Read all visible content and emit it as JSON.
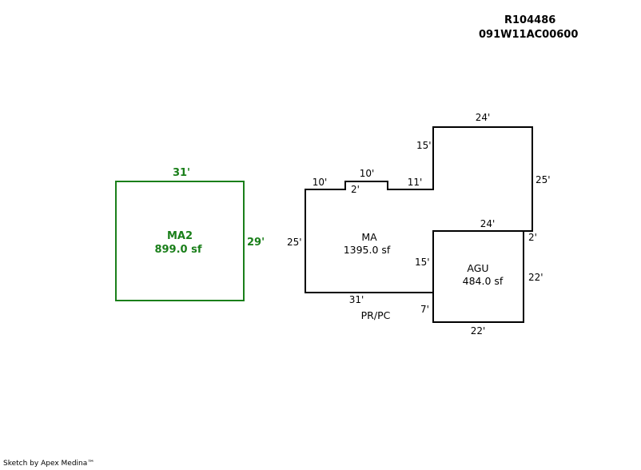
{
  "header": {
    "account_number": "R104486",
    "parcel_id": "091W11AC00600"
  },
  "footer": {
    "credit": "Sketch by Apex Medina™"
  },
  "colors": {
    "ma2_outline": "#1a7f1a",
    "main_outline": "#000000"
  },
  "areas": {
    "ma2": {
      "name": "MA2",
      "area": "899.0 sf"
    },
    "ma": {
      "name": "MA",
      "area": "1395.0 sf"
    },
    "agu": {
      "name": "AGU",
      "area": "484.0 sf"
    },
    "porch": {
      "name": "PR/PC"
    }
  },
  "dimensions": {
    "ma2_top": "31'",
    "ma2_right": "29'",
    "top_right": "24'",
    "left_upper": "15'",
    "ma_left_top": "10'",
    "bump_top": "10'",
    "bump_side": "2'",
    "ma_top_right": "11'",
    "right_side": "25'",
    "agu_top": "24'",
    "offset_right": "2'",
    "ma_left": "25'",
    "ma_inner_right": "15'",
    "agu_right": "22'",
    "ma_bottom": "31'",
    "agu_left_lower": "7'",
    "agu_bottom": "22'"
  }
}
